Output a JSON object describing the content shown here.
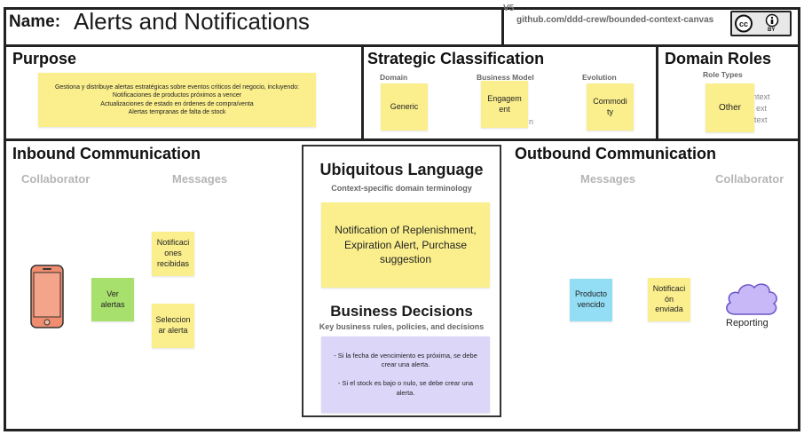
{
  "header": {
    "name_label": "Name:",
    "name_value": "Alerts and Notifications",
    "version": "V5",
    "repo": "github.com/ddd-crew/bounded-context-canvas",
    "license_icon": "cc-by-icon",
    "license_text": "BY"
  },
  "purpose": {
    "title": "Purpose",
    "note": "Gestiona y distribuye alertas estratégicas sobre eventos críticos del negocio, incluyendo:\nNotificaciones de productos próximos a vencer\nActualizaciones de estado en órdenes de compra/venta\nAlertas tempranas de falta de stock"
  },
  "strategic": {
    "title": "Strategic Classification",
    "domain_label": "Domain",
    "business_model_label": "Business Model",
    "evolution_label": "Evolution",
    "domain_note": "Generic",
    "business_model_note": "Engagem ent",
    "evolution_note": "Commodi ty",
    "ghost_n": "n"
  },
  "roles": {
    "title": "Domain Roles",
    "role_types_label": "Role Types",
    "note": "Other",
    "ghost_1": "ntext",
    "ghost_2": "ext",
    "ghost_3": "text"
  },
  "inbound": {
    "title": "Inbound Communication",
    "collaborator_label": "Collaborator",
    "messages_label": "Messages",
    "collaborator_icon": "mobile-phone-icon",
    "command_note": "Ver alertas",
    "message_1": "Notificaci ones recibidas",
    "message_2": "Seleccion ar alerta"
  },
  "ubiquitous": {
    "title": "Ubiquitous Language",
    "subtitle": "Context-specific domain terminology",
    "note": "Notification of Replenishment, Expiration Alert, Purchase suggestion"
  },
  "decisions": {
    "title": "Business Decisions",
    "subtitle": "Key business rules, policies, and decisions",
    "note": "- Si la fecha de vencimiento es próxima, se debe crear una alerta.\n\n- Si el stock es bajo o nulo, se debe crear una alerta."
  },
  "outbound": {
    "title": "Outbound Communication",
    "messages_label": "Messages",
    "collaborator_label": "Collaborator",
    "event_note": "Producto vencido",
    "message_note": "Notificaci ón enviada",
    "collaborator_icon": "cloud-icon",
    "collaborator_name": "Reporting"
  },
  "colors": {
    "yellow_sticky": "#fbef8d",
    "green_sticky": "#a8e06d",
    "blue_sticky": "#93def5",
    "purple_sticky": "#dcd6f9",
    "cloud": "#c9b8f7",
    "phone": "#f08d6e"
  }
}
